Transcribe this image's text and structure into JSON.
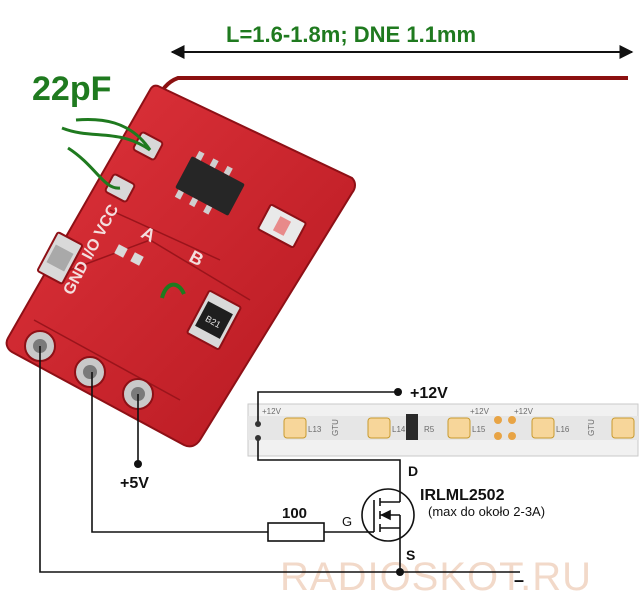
{
  "annotations": {
    "wire_length": "L=1.6-1.8m; DNE 1.1mm",
    "capacitor": "22pF",
    "supply_12v": "+12V",
    "supply_5v": "+5V",
    "ground": "–",
    "resistor": "100",
    "gate": "G",
    "drain": "D",
    "source": "S",
    "mosfet": "IRLML2502",
    "mosfet_note": "(max do około 2-3A)"
  },
  "board_silkscreen": {
    "pad_a": "A",
    "pad_b": "B",
    "pin_labels": "GND I/O VCC",
    "chip": "B21"
  },
  "led_strip": {
    "labels": [
      "+12V",
      "GTU",
      "L13",
      "L14",
      "R5",
      "+12V",
      "L15",
      "+12V",
      "L16",
      "GTU"
    ]
  },
  "watermark": "RADIOSKOT.RU",
  "colors": {
    "pcb": "#c8202a",
    "wire": "#8b1010",
    "annotation_green": "#1f7a1f",
    "schematic": "#111111"
  }
}
